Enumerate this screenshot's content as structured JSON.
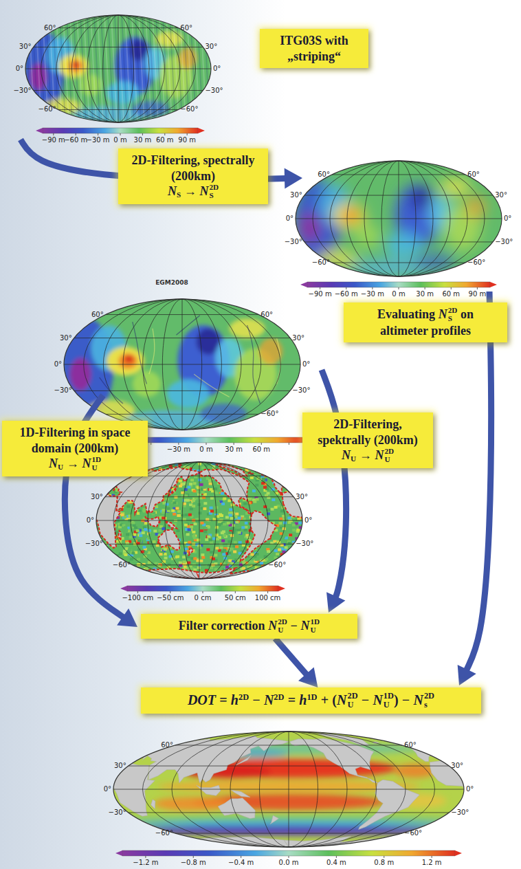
{
  "diagram": {
    "nodes": [
      {
        "text": [
          "ITG03S with „striping“"
        ]
      },
      {
        "text": [
          "2D-Filtering, spectrally (200km)",
          "N",
          "S",
          "→",
          "N",
          "S",
          "2D"
        ]
      },
      {
        "text": [
          "Evaluating",
          "N",
          "S",
          "2D",
          "on",
          "altimeter profiles"
        ]
      },
      {
        "text": [
          "1D-Filtering in space domain (200km)",
          "N",
          "U",
          "→",
          "N",
          "U",
          "1D"
        ]
      },
      {
        "text": [
          "2D-Filtering, spektrally (200km)",
          "N",
          "U",
          "→",
          "N",
          "U",
          "2D"
        ]
      },
      {
        "text": [
          "Filter correction",
          "N",
          "U",
          "2D",
          "−",
          "N",
          "U",
          "1D"
        ]
      },
      {
        "text": [
          "DOT",
          "=",
          "h",
          "2D",
          "−",
          "N",
          "2D",
          "=",
          "h",
          "1D",
          "+",
          "(",
          "N",
          "U",
          "2D",
          "−",
          "N",
          "U",
          "1D",
          ")",
          "−",
          "N",
          "s",
          "2D"
        ]
      }
    ],
    "edges": [
      {
        "from": 5,
        "to": 6,
        "arrow": "to"
      }
    ],
    "labels": [
      "60°",
      "30°",
      "0°",
      "−30°",
      "−60°",
      "60°",
      "30°",
      "0°",
      "−30°",
      "−60°",
      "−90 m",
      "−60 m",
      "−30 m",
      "0 m",
      "30 m",
      "60 m",
      "90 m",
      "60°",
      "30°",
      "0°",
      "−30°",
      "−60°",
      "60°",
      "30°",
      "0°",
      "−30°",
      "−60°",
      "−90 m",
      "−60 m",
      "−30 m",
      "0 m",
      "30 m",
      "60 m",
      "90 m",
      "EGM2008",
      "60°",
      "30°",
      "0°",
      "−30°",
      "60°",
      "30°",
      "0°",
      "−30°",
      "−60°",
      "−30 m",
      "0 m",
      "30 m",
      "60 m",
      "30°",
      "0°",
      "−30°",
      "−60°",
      "30°",
      "0°",
      "−30°",
      "−60°",
      "−100 cm",
      "−50 cm",
      "0 cm",
      "50 cm",
      "100 cm",
      "60°",
      "30°",
      "0°",
      "−30°",
      "−60°",
      "60°",
      "30°",
      "0°",
      "−30°",
      "−60°",
      "−1.2 m",
      "−0.8 m",
      "−0.4 m",
      "0.0 m",
      "0.4 m",
      "0.8 m",
      "1.2 m"
    ]
  }
}
